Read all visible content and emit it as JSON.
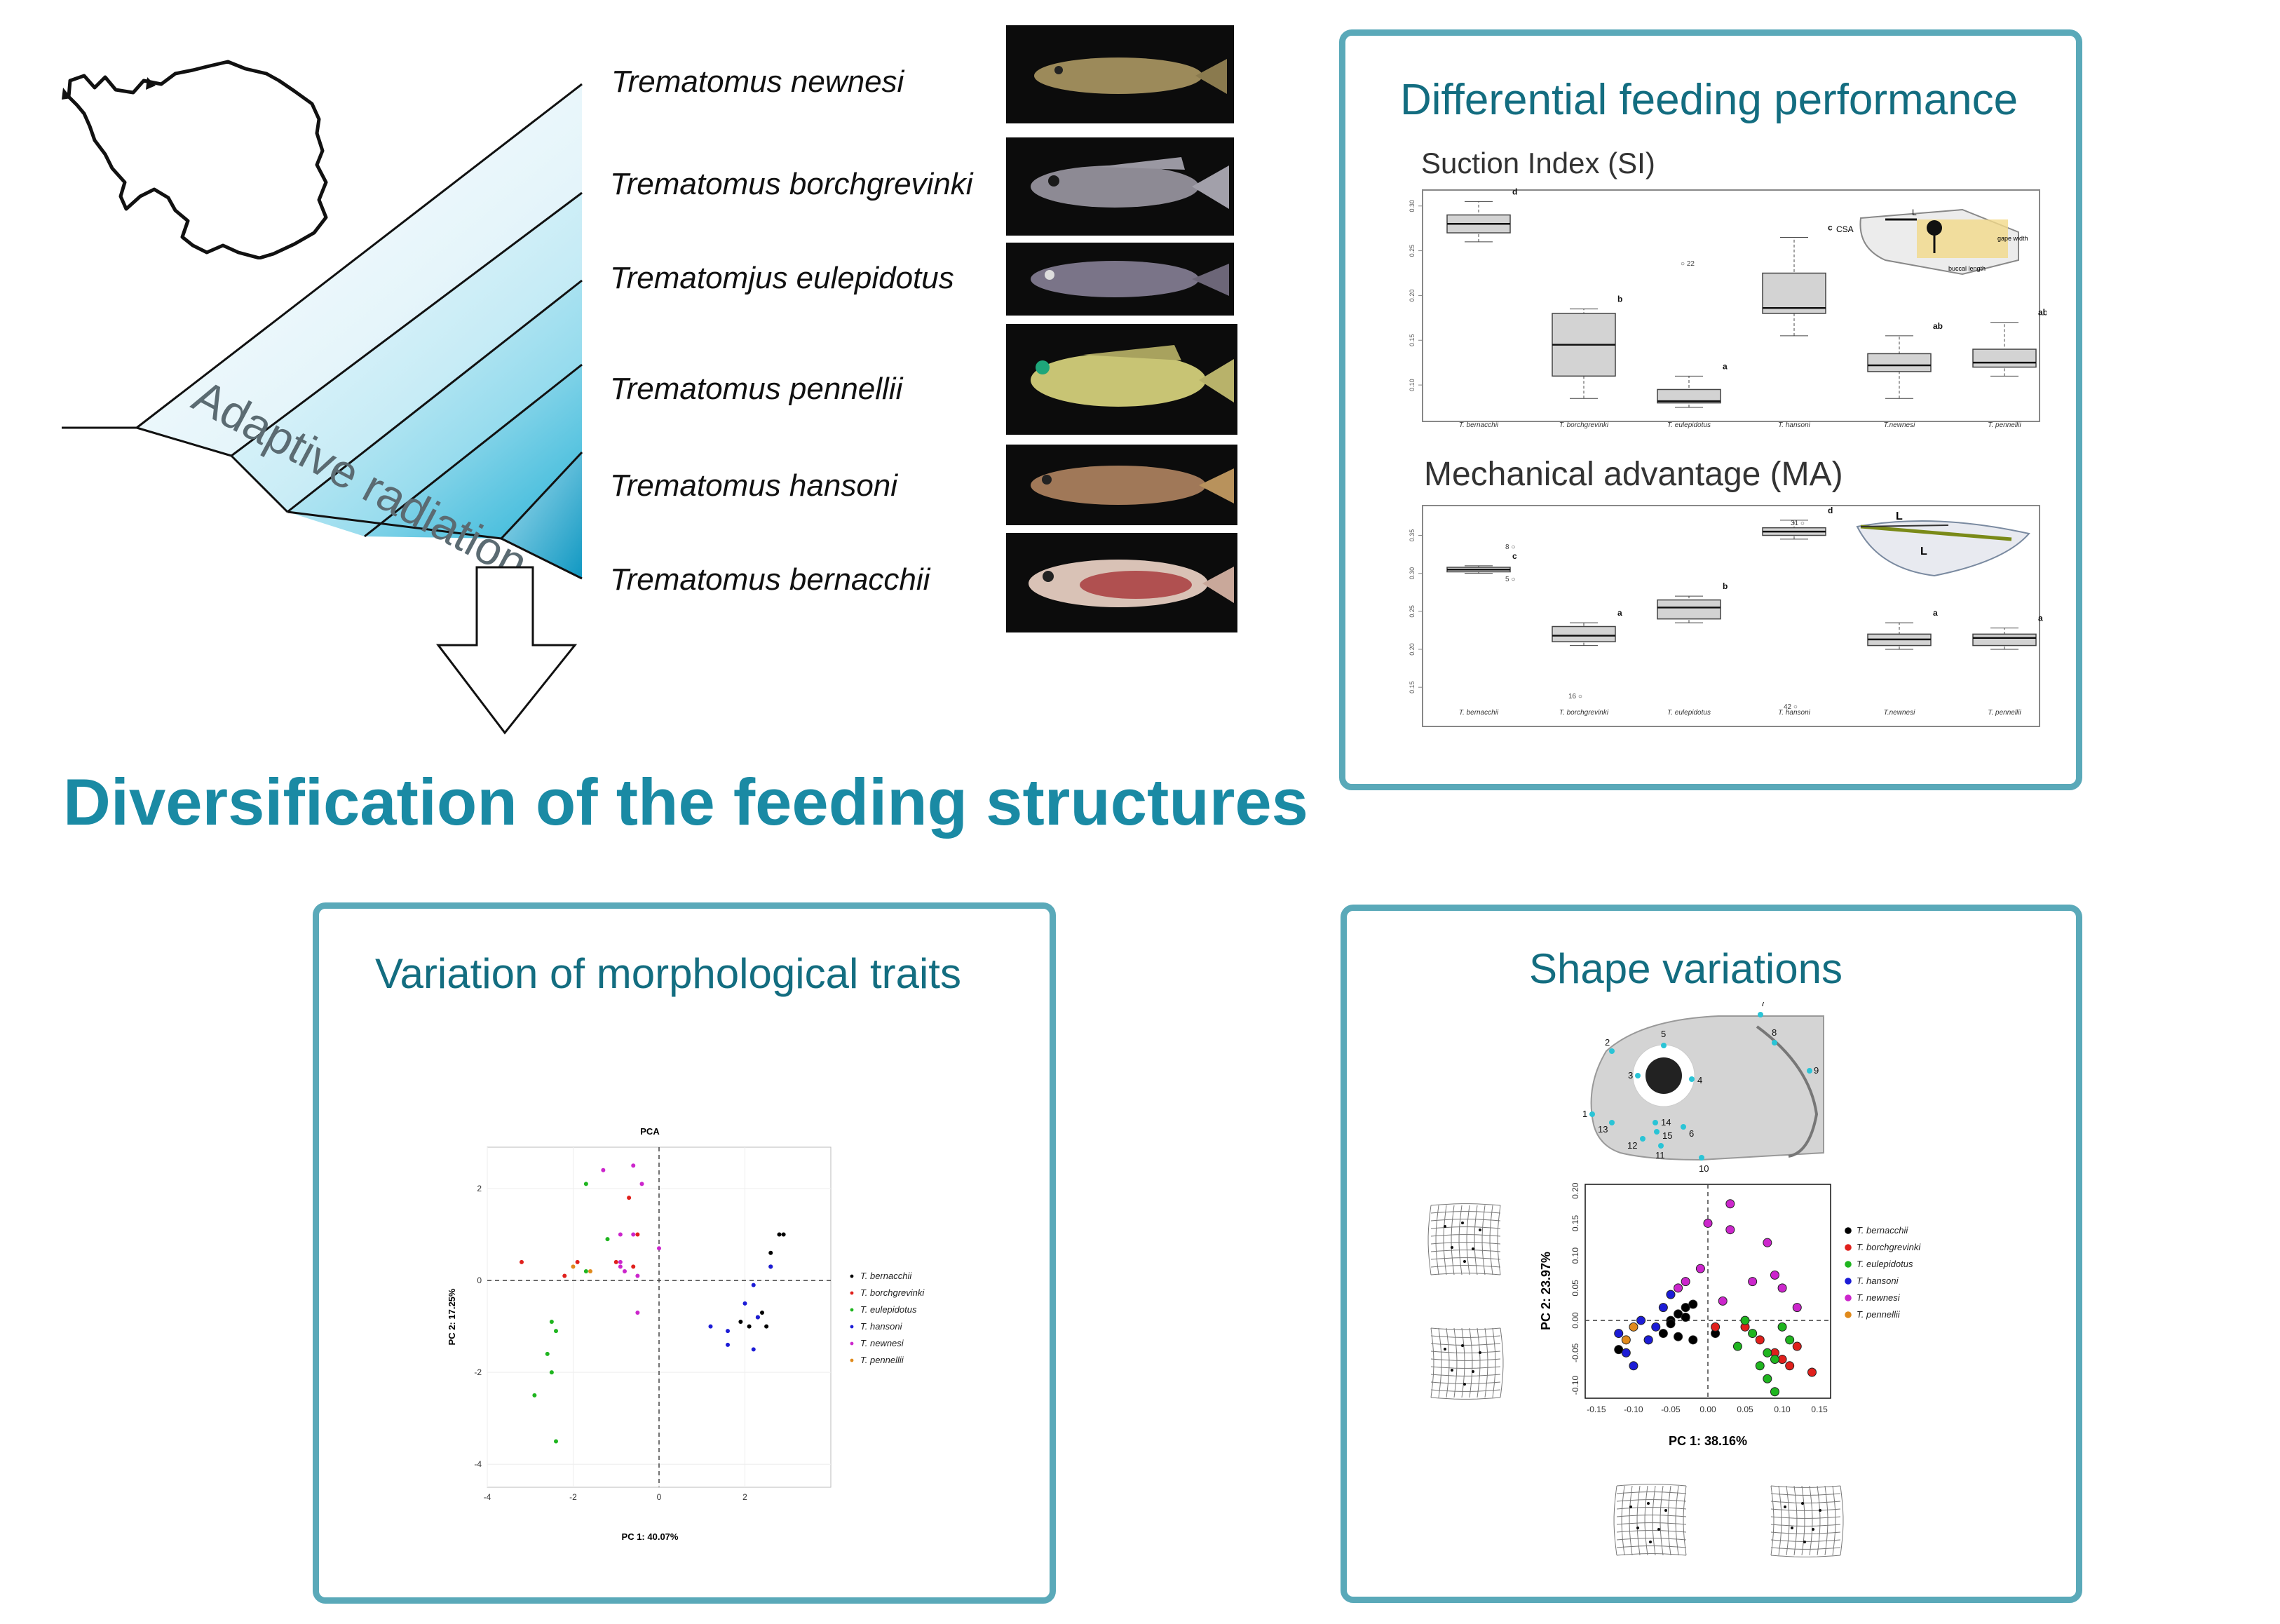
{
  "main_title": "Diversification of the feeding structures",
  "tree": {
    "label": "Adaptive radiation",
    "species": [
      "Trematomus newnesi",
      "Trematomus borchgrevinki",
      "Trematomjus eulepidotus",
      "Trematomus pennellii",
      "Trematomus hansoni",
      "Trematomus bernacchii"
    ]
  },
  "panels": {
    "feeding": {
      "title": "Differential feeding performance",
      "si_label": "Suction Index (SI)",
      "ma_label": "Mechanical advantage (MA)"
    },
    "morph": {
      "title": "Variation of morphological traits"
    },
    "shape": {
      "title": "Shape variations"
    }
  },
  "colors": {
    "accent": "#136d80",
    "border": "#5aa9b9",
    "bernacchii": "#000000",
    "borchgrevinki": "#e0201c",
    "eulepidotus": "#1fb51f",
    "hansoni": "#1c1cd6",
    "newnesi": "#cc26cc",
    "pennellii": "#e08a1c"
  },
  "legend": [
    "T. bernacchii",
    "T. borchgrevinki",
    "T. eulepidotus",
    "T. hansoni",
    "T. newnesi",
    "T. pennellii"
  ],
  "si_chart": {
    "categories": [
      "T. bernacchii",
      "T. borchgrevinki",
      "T. eulepidotus",
      "T. hansoni",
      "T.newnesi",
      "T. pennellii"
    ],
    "letters": [
      "d",
      "b",
      "a",
      "c",
      "ab",
      "abc"
    ],
    "yticks": [
      "0.10",
      "0.15",
      "0.20",
      "0.25",
      "0.30"
    ],
    "outlier_label": "22"
  },
  "ma_chart": {
    "categories": [
      "T. bernacchii",
      "T. borchgrevinki",
      "T. eulepidotus",
      "T. hansoni",
      "T.newnesi",
      "T. pennellii"
    ],
    "letters": [
      "c",
      "a",
      "b",
      "d",
      "a",
      "a"
    ],
    "yticks": [
      "0.15",
      "0.20",
      "0.25",
      "0.30",
      "0.35"
    ],
    "outlier_labels": [
      "8",
      "5",
      "16",
      "31",
      "42"
    ]
  },
  "si_diagram": {
    "labels": [
      "CSA",
      "L",
      "buccal length",
      "gape width"
    ]
  },
  "ma_diagram": {
    "labels": [
      "L",
      "L"
    ]
  },
  "chart_data": [
    {
      "type": "scatter",
      "title": "PCA",
      "xlabel": "PC 1: 40.07%",
      "ylabel": "PC 2: 17.25%",
      "xlim": [
        -4,
        4
      ],
      "ylim": [
        -4.5,
        2.9
      ],
      "xticks": [
        "-4",
        "-2",
        "0",
        "2"
      ],
      "yticks": [
        "-4",
        "-2",
        "0",
        "2"
      ],
      "series": [
        {
          "name": "T. bernacchii",
          "color": "#000000",
          "x": [
            2.8,
            2.9,
            2.6,
            2.6,
            2.4,
            1.9,
            2.1,
            2.3,
            2.5
          ],
          "y": [
            1.0,
            1.0,
            0.6,
            0.3,
            -0.7,
            -0.9,
            -1.0,
            -0.8,
            -1.0
          ]
        },
        {
          "name": "T. borchgrevinki",
          "color": "#e0201c",
          "x": [
            -3.2,
            -2.2,
            -1.9,
            -0.7,
            -0.5,
            -1.0,
            -0.6
          ],
          "y": [
            0.4,
            0.1,
            0.4,
            1.8,
            1.0,
            0.4,
            0.3
          ]
        },
        {
          "name": "T. eulepidotus",
          "color": "#1fb51f",
          "x": [
            -1.7,
            -2.5,
            -2.4,
            -2.6,
            -2.5,
            -2.9,
            -2.4,
            -1.2,
            -1.7
          ],
          "y": [
            2.1,
            -0.9,
            -1.1,
            -1.6,
            -2.0,
            -2.5,
            -3.5,
            0.9,
            0.2
          ]
        },
        {
          "name": "T. hansoni",
          "color": "#1c1cd6",
          "x": [
            2.6,
            2.2,
            2.0,
            1.2,
            1.6,
            1.6,
            2.2,
            2.3
          ],
          "y": [
            0.3,
            -0.1,
            -0.5,
            -1.0,
            -1.1,
            -1.4,
            -1.5,
            -0.8
          ]
        },
        {
          "name": "T. newnesi",
          "color": "#cc26cc",
          "x": [
            -1.3,
            -0.6,
            -0.4,
            -0.9,
            -0.6,
            -0.9,
            -0.8,
            -0.5,
            0.0,
            -0.5,
            -0.9
          ],
          "y": [
            2.4,
            2.5,
            2.1,
            1.0,
            1.0,
            0.4,
            0.2,
            -0.7,
            0.7,
            0.1,
            0.3
          ]
        },
        {
          "name": "T. pennellii",
          "color": "#e08a1c",
          "x": [
            -1.6,
            -2.0
          ],
          "y": [
            0.2,
            0.3
          ]
        }
      ]
    },
    {
      "type": "scatter",
      "title": "",
      "xlabel": "PC 1: 38.16%",
      "ylabel": "PC 2: 23.97%",
      "xlim": [
        -0.165,
        0.165
      ],
      "ylim": [
        -0.12,
        0.21
      ],
      "xticks": [
        "-0.15",
        "-0.10",
        "-0.05",
        "0.00",
        "0.05",
        "0.10",
        "0.15"
      ],
      "yticks": [
        "-0.10",
        "-0.05",
        "0.00",
        "0.05",
        "0.10",
        "0.15",
        "0.20"
      ],
      "series": [
        {
          "name": "T. bernacchii",
          "color": "#000000",
          "x": [
            -0.12,
            -0.08,
            -0.06,
            -0.05,
            -0.04,
            -0.03,
            -0.02,
            -0.03,
            -0.04,
            -0.02,
            0.01,
            -0.05
          ],
          "y": [
            -0.045,
            -0.03,
            -0.02,
            0.0,
            0.01,
            0.02,
            0.025,
            0.005,
            -0.025,
            -0.03,
            -0.02,
            -0.005
          ]
        },
        {
          "name": "T. borchgrevinki",
          "color": "#e0201c",
          "x": [
            0.01,
            0.05,
            0.07,
            0.09,
            0.1,
            0.11,
            0.12,
            0.14
          ],
          "y": [
            -0.01,
            -0.01,
            -0.03,
            -0.05,
            -0.06,
            -0.07,
            -0.04,
            -0.08
          ]
        },
        {
          "name": "T. eulepidotus",
          "color": "#1fb51f",
          "x": [
            0.04,
            0.06,
            0.08,
            0.09,
            0.1,
            0.11,
            0.05,
            0.07,
            0.08,
            0.09
          ],
          "y": [
            -0.04,
            -0.02,
            -0.05,
            -0.06,
            -0.01,
            -0.03,
            0.0,
            -0.07,
            -0.09,
            -0.11
          ]
        },
        {
          "name": "T. hansoni",
          "color": "#1c1cd6",
          "x": [
            -0.12,
            -0.11,
            -0.1,
            -0.08,
            -0.06,
            -0.07,
            -0.09,
            -0.05
          ],
          "y": [
            -0.02,
            -0.05,
            -0.07,
            -0.03,
            0.02,
            -0.01,
            0.0,
            0.04
          ]
        },
        {
          "name": "T. newnesi",
          "color": "#cc26cc",
          "x": [
            -0.04,
            -0.03,
            -0.01,
            0.0,
            0.03,
            0.03,
            0.06,
            0.08,
            0.09,
            0.1,
            0.12,
            0.02
          ],
          "y": [
            0.05,
            0.06,
            0.08,
            0.15,
            0.14,
            0.18,
            0.06,
            0.12,
            0.07,
            0.05,
            0.02,
            0.03
          ]
        },
        {
          "name": "T. pennellii",
          "color": "#e08a1c",
          "x": [
            -0.11,
            -0.1
          ],
          "y": [
            -0.03,
            -0.01
          ]
        }
      ]
    }
  ],
  "landmarks": [
    "1",
    "2",
    "3",
    "4",
    "5",
    "6",
    "7",
    "8",
    "9",
    "10",
    "11",
    "12",
    "13",
    "14",
    "15"
  ]
}
